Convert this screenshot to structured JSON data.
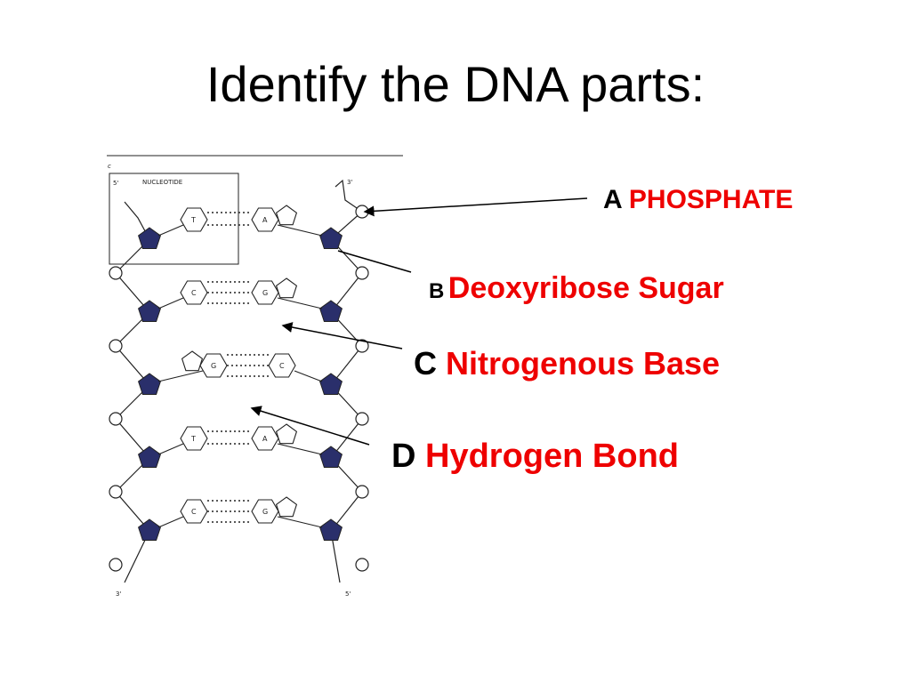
{
  "slide": {
    "title": "Identify the DNA parts:"
  },
  "diagram": {
    "panel_letter": "c",
    "nucleotide_box_label": "NUCLEOTIDE",
    "end_labels": {
      "top_left": "5'",
      "top_right": "3'",
      "bottom_left": "3'",
      "bottom_right": "5'"
    },
    "base_pairs": [
      {
        "left": "T",
        "right": "A",
        "hbonds": 2
      },
      {
        "left": "C",
        "right": "G",
        "hbonds": 3
      },
      {
        "left": "G",
        "right": "C",
        "hbonds": 3
      },
      {
        "left": "T",
        "right": "A",
        "hbonds": 2
      },
      {
        "left": "C",
        "right": "G",
        "hbonds": 3
      }
    ],
    "colors": {
      "sugar": "#2a2f6b",
      "line": "#222222"
    }
  },
  "labels": [
    {
      "letter": "A",
      "term": "PHOSPHATE"
    },
    {
      "letter": "B",
      "term": "Deoxyribose Sugar"
    },
    {
      "letter": "C",
      "term": "Nitrogenous Base"
    },
    {
      "letter": "D",
      "term": "Hydrogen Bond"
    }
  ],
  "colors": {
    "term": "#ee0000",
    "letter": "#000000"
  }
}
